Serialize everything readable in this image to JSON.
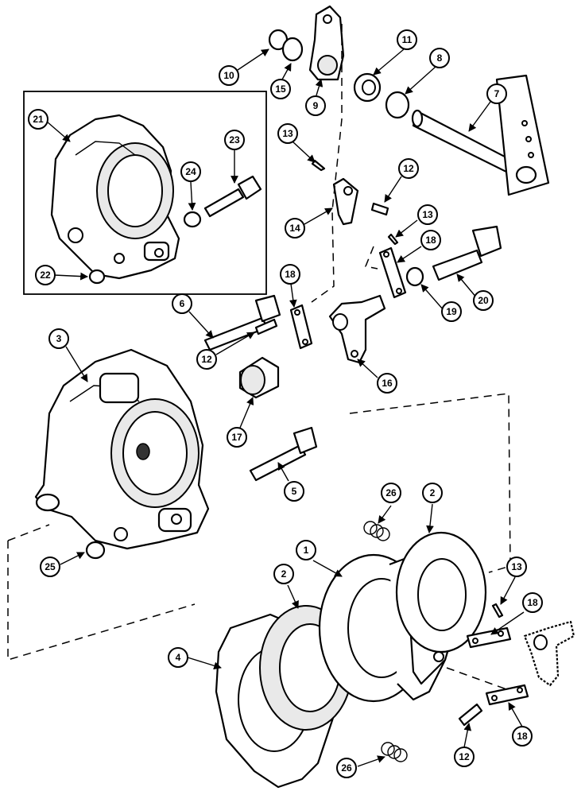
{
  "callouts": {
    "c1": "1",
    "c2a": "2",
    "c2b": "2",
    "c3": "3",
    "c4": "4",
    "c5": "5",
    "c6": "6",
    "c7": "7",
    "c8": "8",
    "c9": "9",
    "c10": "10",
    "c11": "11",
    "c12a": "12",
    "c12b": "12",
    "c12c": "12",
    "c13a": "13",
    "c13b": "13",
    "c13c": "13",
    "c14": "14",
    "c15": "15",
    "c16": "16",
    "c17": "17",
    "c18a": "18",
    "c18b": "18",
    "c18c": "18",
    "c18d": "18",
    "c19": "19",
    "c20": "20",
    "c21": "21",
    "c22": "22",
    "c23": "23",
    "c24": "24",
    "c25": "25",
    "c26a": "26",
    "c26b": "26"
  }
}
